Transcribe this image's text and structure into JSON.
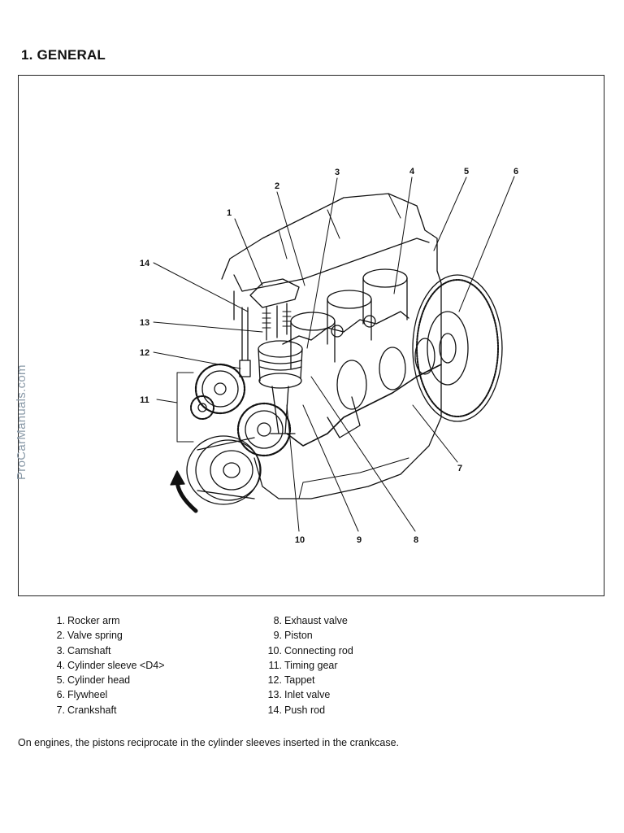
{
  "heading": "1. GENERAL",
  "watermark": "ProCarManuals.com",
  "figure": {
    "callouts": [
      "1",
      "2",
      "3",
      "4",
      "5",
      "6",
      "7",
      "8",
      "9",
      "10",
      "11",
      "12",
      "13",
      "14"
    ]
  },
  "legend": {
    "left": [
      {
        "num": "1.",
        "text": "Rocker arm"
      },
      {
        "num": "2.",
        "text": "Valve spring"
      },
      {
        "num": "3.",
        "text": "Camshaft"
      },
      {
        "num": "4.",
        "text": "Cylinder sleeve <D4>"
      },
      {
        "num": "5.",
        "text": "Cylinder head"
      },
      {
        "num": "6.",
        "text": "Flywheel"
      },
      {
        "num": "7.",
        "text": "Crankshaft"
      }
    ],
    "right": [
      {
        "num": "8.",
        "text": "Exhaust valve"
      },
      {
        "num": "9.",
        "text": "Piston"
      },
      {
        "num": "10.",
        "text": "Connecting rod"
      },
      {
        "num": "11.",
        "text": "Timing gear"
      },
      {
        "num": "12.",
        "text": "Tappet"
      },
      {
        "num": "13.",
        "text": "Inlet valve"
      },
      {
        "num": "14.",
        "text": "Push rod"
      }
    ]
  },
  "body_text": "On engines, the pistons reciprocate in the cylinder sleeves inserted in the crankcase."
}
